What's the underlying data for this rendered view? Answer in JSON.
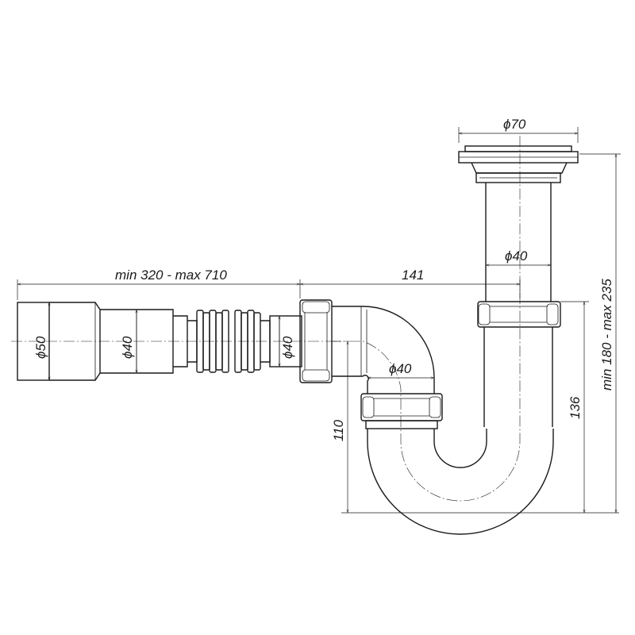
{
  "labels": {
    "length_range": "min 320 - max 710",
    "offset_141": "141",
    "dia_outlet_top": "ϕ70",
    "dia_vertical_pipe": "ϕ40",
    "dia_outlet_end": "ϕ50",
    "dia_hose_1": "ϕ40",
    "dia_hose_2": "ϕ40",
    "dia_elbow": "ϕ40",
    "height_110": "110",
    "height_136": "136",
    "height_range": "min 180 - max 235"
  },
  "colors": {
    "line": "#1a1a1a",
    "background": "#ffffff"
  }
}
